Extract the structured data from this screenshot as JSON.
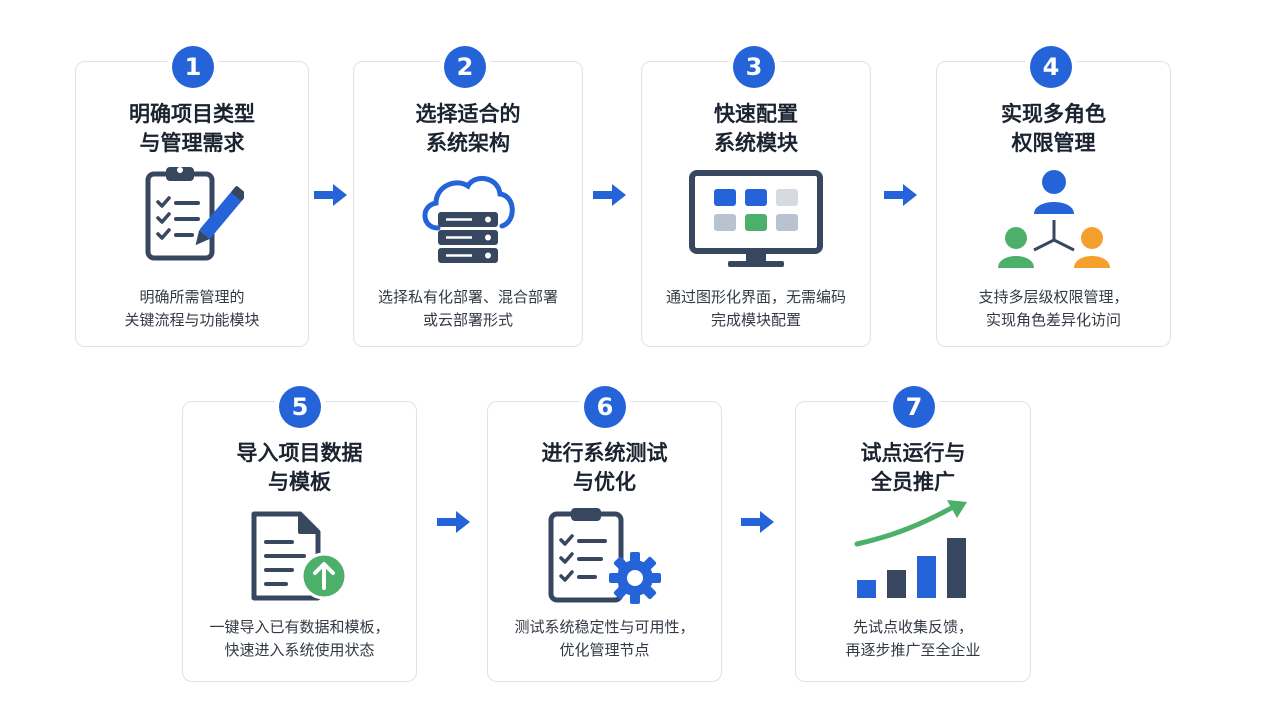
{
  "colors": {
    "primary_blue": "#2563d9",
    "dark_navy": "#37475f",
    "green": "#4caf6a",
    "orange": "#f5a02c",
    "card_border": "#dde3ec",
    "title_text": "#1b2330"
  },
  "steps": [
    {
      "number": "1",
      "title_line1": "明确项目类型",
      "title_line2": "与管理需求",
      "icon": "clipboard-pencil-icon",
      "desc_line1": "明确所需管理的",
      "desc_line2": "关键流程与功能模块"
    },
    {
      "number": "2",
      "title_line1": "选择适合的",
      "title_line2": "系统架构",
      "icon": "cloud-server-icon",
      "desc_line1": "选择私有化部署、混合部署",
      "desc_line2": "或云部署形式"
    },
    {
      "number": "3",
      "title_line1": "快速配置",
      "title_line2": "系统模块",
      "icon": "monitor-modules-icon",
      "desc_line1": "通过图形化界面，无需编码",
      "desc_line2": "完成模块配置"
    },
    {
      "number": "4",
      "title_line1": "实现多角色",
      "title_line2": "权限管理",
      "icon": "user-roles-icon",
      "desc_line1": "支持多层级权限管理，",
      "desc_line2": "实现角色差异化访问"
    },
    {
      "number": "5",
      "title_line1": "导入项目数据",
      "title_line2": "与模板",
      "icon": "document-upload-icon",
      "desc_line1": "一键导入已有数据和模板，",
      "desc_line2": "快速进入系统使用状态"
    },
    {
      "number": "6",
      "title_line1": "进行系统测试",
      "title_line2": "与优化",
      "icon": "checklist-gear-icon",
      "desc_line1": "测试系统稳定性与可用性，",
      "desc_line2": "优化管理节点"
    },
    {
      "number": "7",
      "title_line1": "试点运行与",
      "title_line2": "全员推广",
      "icon": "growth-chart-icon",
      "desc_line1": "先试点收集反馈，",
      "desc_line2": "再逐步推广至全企业"
    }
  ]
}
